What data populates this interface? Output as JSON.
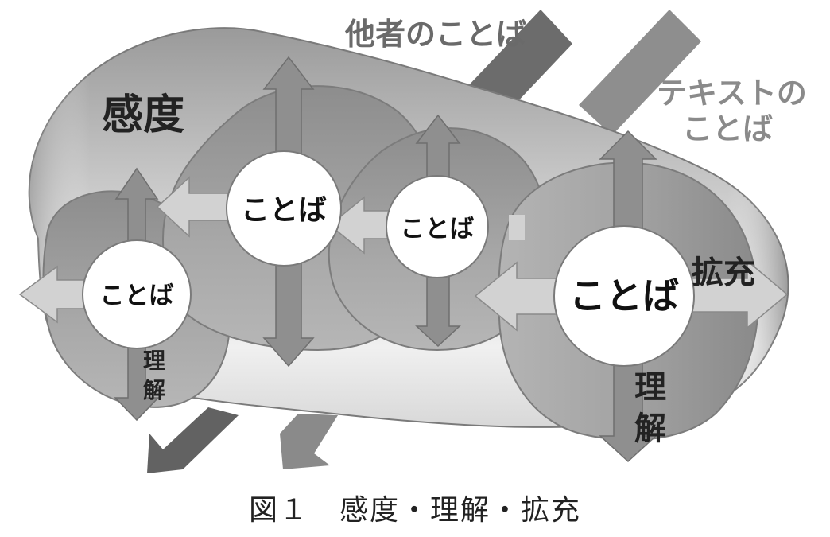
{
  "labels": {
    "kando": "感度",
    "tasha": "他者のことば",
    "text_line1": "テキストの",
    "text_line2": "ことば",
    "kakuju": "拡充",
    "rikai_left": [
      "理",
      "解"
    ],
    "rikai_right": [
      "理",
      "解"
    ]
  },
  "circles": {
    "small": "ことば",
    "medium": "ことば",
    "middle": "ことば",
    "large": "ことば"
  },
  "caption": "図１　感度・理解・拡充",
  "colors": {
    "outer_light": "#ededed",
    "outer_dark": "#8e8e8e",
    "lobe_fill": "#a6a6a6",
    "arrow_dark": "#6e6e6e",
    "arrow_mid": "#8f8f8f",
    "arrow_light": "#d2d2d2",
    "stroke": "#7a7a7a"
  }
}
